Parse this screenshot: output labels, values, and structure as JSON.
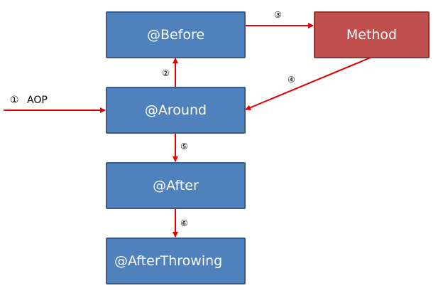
{
  "diagram": {
    "title": "",
    "nodes": {
      "before": {
        "label": "@Before"
      },
      "method": {
        "label": "Method"
      },
      "around": {
        "label": "@Around"
      },
      "after": {
        "label": "@After"
      },
      "after_throwing": {
        "label": "@AfterThrowing"
      }
    },
    "entry": {
      "step": "①",
      "label": "AOP"
    },
    "edges": [
      {
        "from": "around",
        "to": "before",
        "step": "②"
      },
      {
        "from": "before",
        "to": "method",
        "step": "③"
      },
      {
        "from": "method",
        "to": "around",
        "step": "④"
      },
      {
        "from": "around",
        "to": "after",
        "step": "⑤"
      },
      {
        "from": "after",
        "to": "after_throwing",
        "step": "⑥"
      }
    ],
    "colors": {
      "node": "#4f81bd",
      "node_border": "#385d8a",
      "method": "#c0504d",
      "arrow": "#e00000"
    }
  }
}
